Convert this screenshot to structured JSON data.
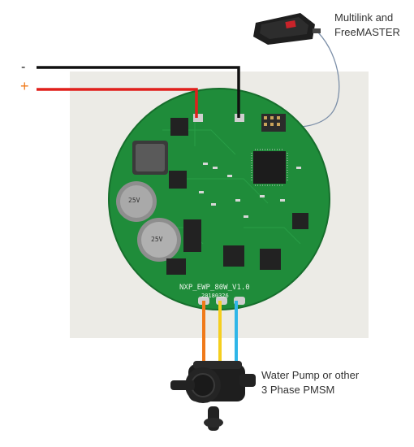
{
  "labels": {
    "debugger": "Multilink and\nFreeMASTER",
    "debugger_line1": "Multilink and",
    "debugger_line2": "FreeMASTER",
    "minus": "-",
    "plus": "+",
    "pump_line1": "Water Pump or other",
    "pump_line2": "3 Phase PMSM"
  },
  "board": {
    "silkscreen": "NXP_EWP_80W_V1.0",
    "date_code": "20180326",
    "cap_marking_1": "25V",
    "cap_marking_2": "25V"
  },
  "colors": {
    "pcb": "#1f8c3a",
    "wire_negative": "#111111",
    "wire_positive": "#e0201c",
    "phase_orange": "#f07a1a",
    "phase_yellow": "#f5cf1f",
    "phase_blue": "#2fb6e8",
    "debug_cable": "#7c8fa8"
  }
}
